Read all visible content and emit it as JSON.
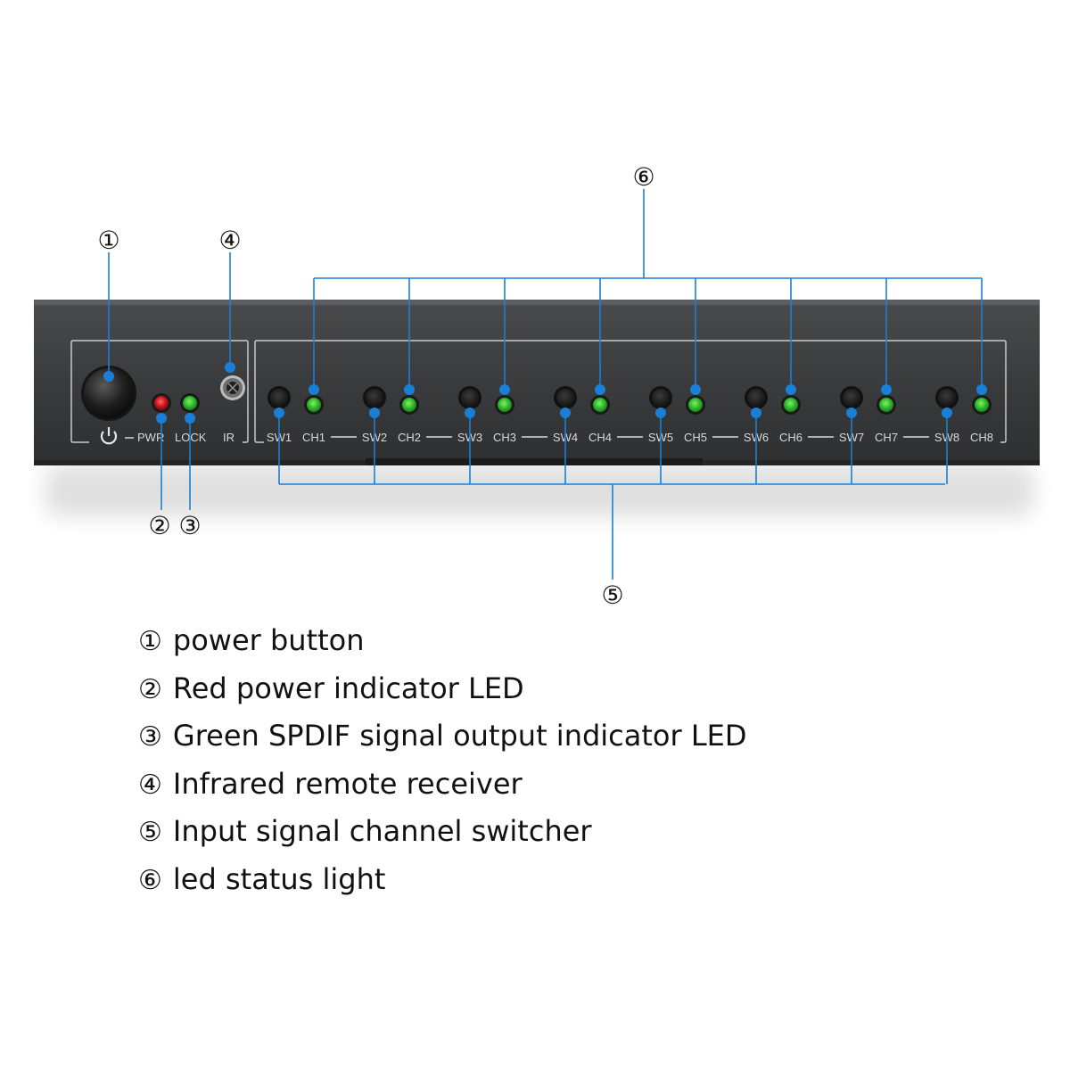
{
  "callouts": [
    "①",
    "②",
    "③",
    "④",
    "⑤",
    "⑥"
  ],
  "panel": {
    "power_label": "PWR",
    "lock_label": "LOCK",
    "ir_label": "IR",
    "switch_labels": [
      "SW1",
      "SW2",
      "SW3",
      "SW4",
      "SW5",
      "SW6",
      "SW7",
      "SW8"
    ],
    "channel_labels": [
      "CH1",
      "CH2",
      "CH3",
      "CH4",
      "CH5",
      "CH6",
      "CH7",
      "CH8"
    ]
  },
  "legend": [
    {
      "num": "①",
      "text": "power button"
    },
    {
      "num": "②",
      "text": "Red power indicator LED"
    },
    {
      "num": "③",
      "text": "Green SPDIF signal output indicator LED"
    },
    {
      "num": "④",
      "text": "Infrared remote receiver"
    },
    {
      "num": "⑤",
      "text": "Input signal channel switcher"
    },
    {
      "num": "⑥",
      "text": "led status light"
    }
  ],
  "colors": {
    "callout_line": "#1a7fd6",
    "device_body": "#3c3d3f",
    "led_red": "#c8141c",
    "led_green": "#2fb82a"
  },
  "icons": {
    "power": "power-symbol-icon",
    "ir_receiver": "ir-receiver-icon"
  }
}
